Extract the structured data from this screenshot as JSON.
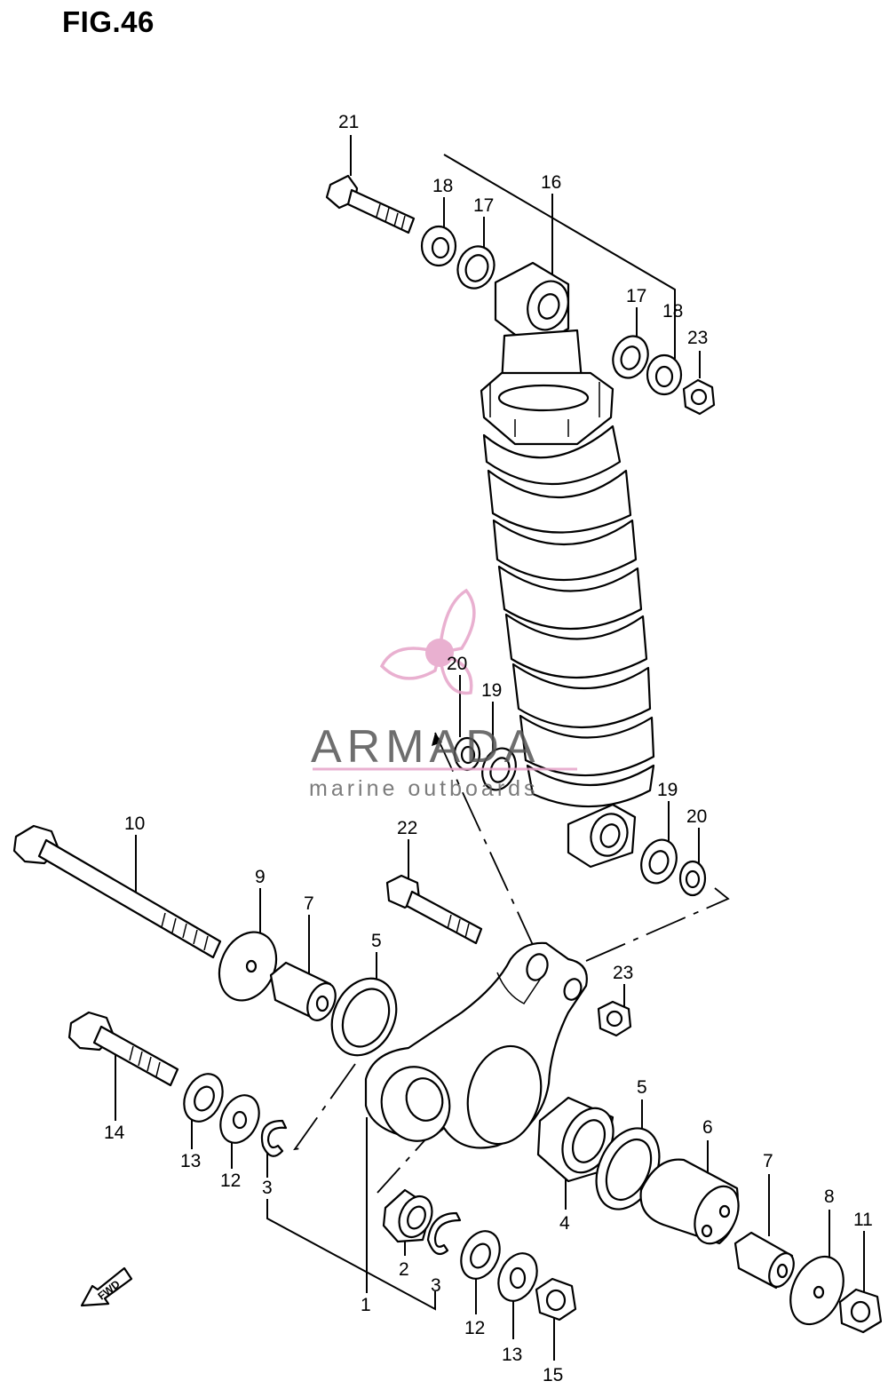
{
  "figure_title": "FIG.46",
  "watermark": {
    "brand": "ARMADA",
    "tagline": "marine outboards",
    "logo_color": "#e6a3c8",
    "text_color": "#555555"
  },
  "direction_badge": {
    "label": "FWD",
    "icon": "arrow-left-down-icon"
  },
  "callouts": [
    {
      "id": "c21",
      "text": "21"
    },
    {
      "id": "c18a",
      "text": "18"
    },
    {
      "id": "c17a",
      "text": "17"
    },
    {
      "id": "c16",
      "text": "16"
    },
    {
      "id": "c17b",
      "text": "17"
    },
    {
      "id": "c18b",
      "text": "18"
    },
    {
      "id": "c23a",
      "text": "23"
    },
    {
      "id": "c20a",
      "text": "20"
    },
    {
      "id": "c19a",
      "text": "19"
    },
    {
      "id": "c19b",
      "text": "19"
    },
    {
      "id": "c20b",
      "text": "20"
    },
    {
      "id": "c10",
      "text": "10"
    },
    {
      "id": "c22",
      "text": "22"
    },
    {
      "id": "c9",
      "text": "9"
    },
    {
      "id": "c7a",
      "text": "7"
    },
    {
      "id": "c5a",
      "text": "5"
    },
    {
      "id": "c23b",
      "text": "23"
    },
    {
      "id": "c14",
      "text": "14"
    },
    {
      "id": "c13a",
      "text": "13"
    },
    {
      "id": "c12a",
      "text": "12"
    },
    {
      "id": "c3a",
      "text": "3"
    },
    {
      "id": "c5b",
      "text": "5"
    },
    {
      "id": "c6",
      "text": "6"
    },
    {
      "id": "c7b",
      "text": "7"
    },
    {
      "id": "c8",
      "text": "8"
    },
    {
      "id": "c11",
      "text": "11"
    },
    {
      "id": "c4",
      "text": "4"
    },
    {
      "id": "c2",
      "text": "2"
    },
    {
      "id": "c3b",
      "text": "3"
    },
    {
      "id": "c1",
      "text": "1"
    },
    {
      "id": "c12b",
      "text": "12"
    },
    {
      "id": "c13b",
      "text": "13"
    },
    {
      "id": "c15",
      "text": "15"
    }
  ]
}
